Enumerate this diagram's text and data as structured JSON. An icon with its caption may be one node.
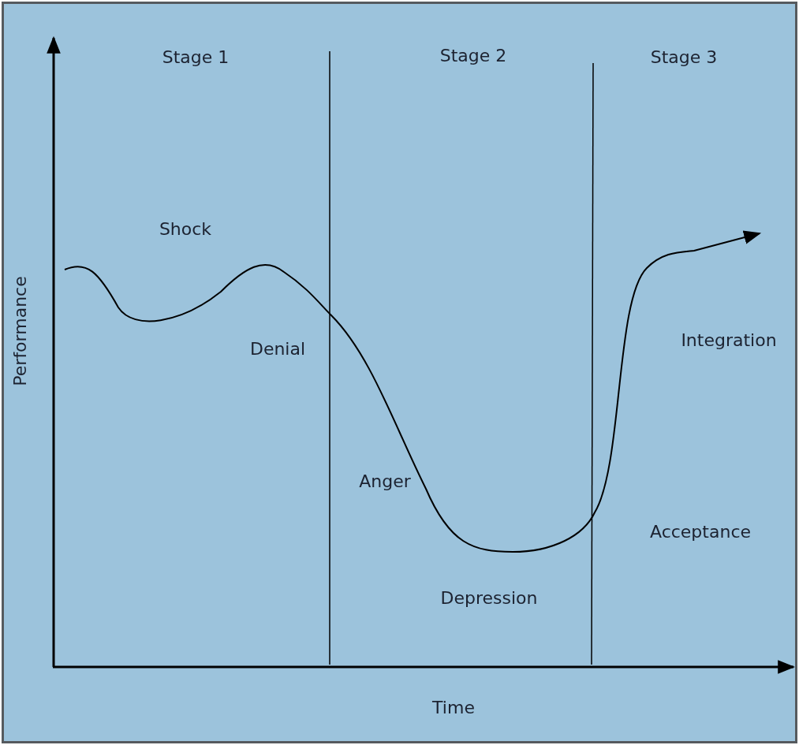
{
  "diagram": {
    "labels": [
      "Stage 1",
      "Stage 2",
      "Stage 3",
      "Shock",
      "Denial",
      "Integration",
      "Performance",
      "Anger",
      "Acceptance",
      "Depression",
      "Time"
    ]
  }
}
